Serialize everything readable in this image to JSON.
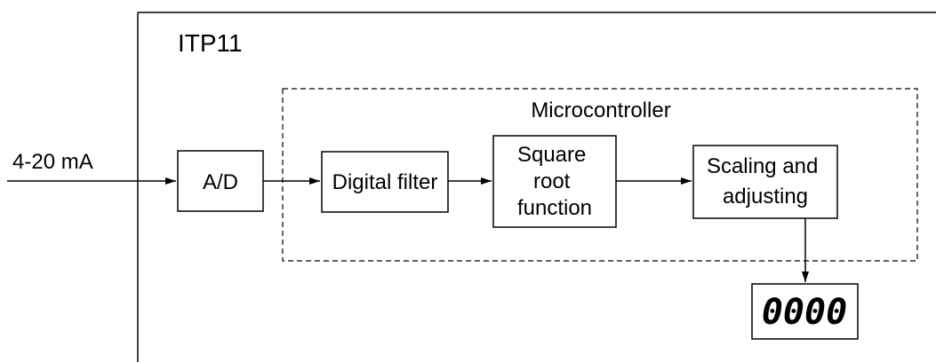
{
  "device": {
    "name": "ITP11"
  },
  "input": {
    "signal_label": "4-20 mA"
  },
  "microcontroller": {
    "label": "Microcontroller"
  },
  "blocks": {
    "ad": "A/D",
    "digital_filter": "Digital filter",
    "square_root": [
      "Square",
      "root",
      "function"
    ],
    "scaling": [
      "Scaling and",
      "adjusting"
    ]
  },
  "display": {
    "readout": "0000"
  }
}
